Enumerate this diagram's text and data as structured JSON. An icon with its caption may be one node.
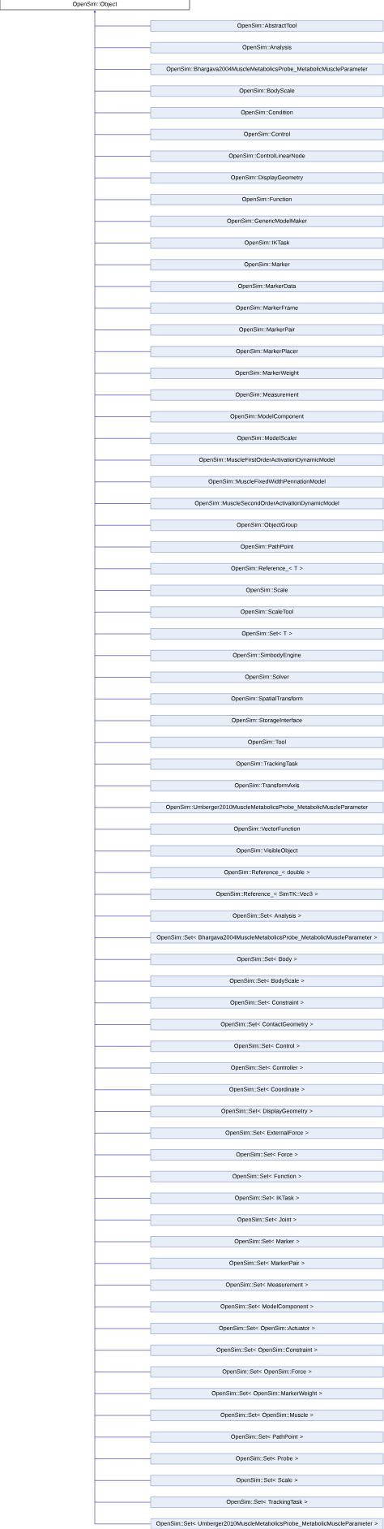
{
  "diagram": {
    "nodes": [
      {
        "text": [
          "OpenSim::Object"
        ]
      },
      {
        "text": [
          "OpenSim::AbstractTool"
        ]
      },
      {
        "text": [
          "OpenSim::Analysis"
        ]
      },
      {
        "text": [
          "OpenSim::Bhargava2004MuscleMetabolicsProbe_MetabolicMuscleParameter"
        ]
      },
      {
        "text": [
          "OpenSim::BodyScale"
        ]
      },
      {
        "text": [
          "OpenSim::Condition"
        ]
      },
      {
        "text": [
          "OpenSim::Control"
        ]
      },
      {
        "text": [
          "OpenSim::ControlLinearNode"
        ]
      },
      {
        "text": [
          "OpenSim::DisplayGeometry"
        ]
      },
      {
        "text": [
          "OpenSim::Function"
        ]
      },
      {
        "text": [
          "OpenSim::GenericModelMaker"
        ]
      },
      {
        "text": [
          "OpenSim::IKTask"
        ]
      },
      {
        "text": [
          "OpenSim::Marker"
        ]
      },
      {
        "text": [
          "OpenSim::MarkerData"
        ]
      },
      {
        "text": [
          "OpenSim::MarkerFrame"
        ]
      },
      {
        "text": [
          "OpenSim::MarkerPair"
        ]
      },
      {
        "text": [
          "OpenSim::MarkerPlacer"
        ]
      },
      {
        "text": [
          "OpenSim::MarkerWeight"
        ]
      },
      {
        "text": [
          "OpenSim::Measurement"
        ]
      },
      {
        "text": [
          "OpenSim::ModelComponent"
        ]
      },
      {
        "text": [
          "OpenSim::ModelScaler"
        ]
      },
      {
        "text": [
          "OpenSim::MuscleFirstOrderActivationDynamicModel"
        ]
      },
      {
        "text": [
          "OpenSim::MuscleFixedWidthPennationModel"
        ]
      },
      {
        "text": [
          "OpenSim::MuscleSecondOrderActivationDynamicModel"
        ]
      },
      {
        "text": [
          "OpenSim::ObjectGroup"
        ]
      },
      {
        "text": [
          "OpenSim::PathPoint"
        ]
      },
      {
        "text": [
          "OpenSim::Reference_< T >"
        ]
      },
      {
        "text": [
          "OpenSim::Scale"
        ]
      },
      {
        "text": [
          "OpenSim::ScaleTool"
        ]
      },
      {
        "text": [
          "OpenSim::Set< T >"
        ]
      },
      {
        "text": [
          "OpenSim::SimbodyEngine"
        ]
      },
      {
        "text": [
          "OpenSim::Solver"
        ]
      },
      {
        "text": [
          "OpenSim::SpatialTransform"
        ]
      },
      {
        "text": [
          "OpenSim::StorageInterface"
        ]
      },
      {
        "text": [
          "OpenSim::Tool"
        ]
      },
      {
        "text": [
          "OpenSim::TrackingTask"
        ]
      },
      {
        "text": [
          "OpenSim::TransformAxis"
        ]
      },
      {
        "text": [
          "OpenSim::Umberger2010MuscleMetabolicsProbe_MetabolicMuscleParameter"
        ]
      },
      {
        "text": [
          "OpenSim::VectorFunction"
        ]
      },
      {
        "text": [
          "OpenSim::VisibleObject"
        ]
      },
      {
        "text": [
          "OpenSim::Reference_< double >"
        ]
      },
      {
        "text": [
          "OpenSim::Reference_< SimTK::Vec3 >"
        ]
      },
      {
        "text": [
          "OpenSim::Set< Analysis >"
        ]
      },
      {
        "text": [
          "OpenSim::Set< Bhargava2004MuscleMetabolicsProbe_MetabolicMuscleParameter >"
        ]
      },
      {
        "text": [
          "OpenSim::Set< Body >"
        ]
      },
      {
        "text": [
          "OpenSim::Set< BodyScale >"
        ]
      },
      {
        "text": [
          "OpenSim::Set< Constraint >"
        ]
      },
      {
        "text": [
          "OpenSim::Set< ContactGeometry >"
        ]
      },
      {
        "text": [
          "OpenSim::Set< Control >"
        ]
      },
      {
        "text": [
          "OpenSim::Set< Controller >"
        ]
      },
      {
        "text": [
          "OpenSim::Set< Coordinate >"
        ]
      },
      {
        "text": [
          "OpenSim::Set< DisplayGeometry >"
        ]
      },
      {
        "text": [
          "OpenSim::Set< ExternalForce >"
        ]
      },
      {
        "text": [
          "OpenSim::Set< Force >"
        ]
      },
      {
        "text": [
          "OpenSim::Set< Function >"
        ]
      },
      {
        "text": [
          "OpenSim::Set< IKTask >"
        ]
      },
      {
        "text": [
          "OpenSim::Set< Joint >"
        ]
      },
      {
        "text": [
          "OpenSim::Set< Marker >"
        ]
      },
      {
        "text": [
          "OpenSim::Set< MarkerPair >"
        ]
      },
      {
        "text": [
          "OpenSim::Set< Measurement >"
        ]
      },
      {
        "text": [
          "OpenSim::Set< ModelComponent >"
        ]
      },
      {
        "text": [
          "OpenSim::Set< OpenSim::Actuator >"
        ]
      },
      {
        "text": [
          "OpenSim::Set< OpenSim::Constraint >"
        ]
      },
      {
        "text": [
          "OpenSim::Set< OpenSim::Force >"
        ]
      },
      {
        "text": [
          "OpenSim::Set< OpenSim::MarkerWeight >"
        ]
      },
      {
        "text": [
          "OpenSim::Set< OpenSim::Muscle >"
        ]
      },
      {
        "text": [
          "OpenSim::Set< PathPoint >"
        ]
      },
      {
        "text": [
          "OpenSim::Set< Probe >"
        ]
      },
      {
        "text": [
          "OpenSim::Set< Scale >"
        ]
      },
      {
        "text": [
          "OpenSim::Set< TrackingTask >"
        ]
      },
      {
        "text": [
          "OpenSim::Set< Umberger2010MuscleMetabolicsProbe_MetabolicMuscleParameter >"
        ]
      }
    ],
    "edges": [
      {
        "from": 1,
        "to": 0,
        "arrow": "to"
      },
      {
        "from": 2,
        "to": 0,
        "arrow": "to"
      },
      {
        "from": 3,
        "to": 0,
        "arrow": "to"
      },
      {
        "from": 4,
        "to": 0,
        "arrow": "to"
      },
      {
        "from": 5,
        "to": 0,
        "arrow": "to"
      },
      {
        "from": 6,
        "to": 0,
        "arrow": "to"
      },
      {
        "from": 7,
        "to": 0,
        "arrow": "to"
      },
      {
        "from": 8,
        "to": 0,
        "arrow": "to"
      },
      {
        "from": 9,
        "to": 0,
        "arrow": "to"
      },
      {
        "from": 10,
        "to": 0,
        "arrow": "to"
      },
      {
        "from": 11,
        "to": 0,
        "arrow": "to"
      },
      {
        "from": 12,
        "to": 0,
        "arrow": "to"
      },
      {
        "from": 13,
        "to": 0,
        "arrow": "to"
      },
      {
        "from": 14,
        "to": 0,
        "arrow": "to"
      },
      {
        "from": 15,
        "to": 0,
        "arrow": "to"
      },
      {
        "from": 16,
        "to": 0,
        "arrow": "to"
      },
      {
        "from": 17,
        "to": 0,
        "arrow": "to"
      },
      {
        "from": 18,
        "to": 0,
        "arrow": "to"
      },
      {
        "from": 19,
        "to": 0,
        "arrow": "to"
      },
      {
        "from": 20,
        "to": 0,
        "arrow": "to"
      },
      {
        "from": 21,
        "to": 0,
        "arrow": "to"
      },
      {
        "from": 22,
        "to": 0,
        "arrow": "to"
      },
      {
        "from": 23,
        "to": 0,
        "arrow": "to"
      },
      {
        "from": 24,
        "to": 0,
        "arrow": "to"
      },
      {
        "from": 25,
        "to": 0,
        "arrow": "to"
      },
      {
        "from": 26,
        "to": 0,
        "arrow": "to"
      },
      {
        "from": 27,
        "to": 0,
        "arrow": "to"
      },
      {
        "from": 28,
        "to": 0,
        "arrow": "to"
      },
      {
        "from": 29,
        "to": 0,
        "arrow": "to"
      },
      {
        "from": 30,
        "to": 0,
        "arrow": "to"
      },
      {
        "from": 31,
        "to": 0,
        "arrow": "to"
      },
      {
        "from": 32,
        "to": 0,
        "arrow": "to"
      },
      {
        "from": 33,
        "to": 0,
        "arrow": "to"
      },
      {
        "from": 34,
        "to": 0,
        "arrow": "to"
      },
      {
        "from": 35,
        "to": 0,
        "arrow": "to"
      },
      {
        "from": 36,
        "to": 0,
        "arrow": "to"
      },
      {
        "from": 37,
        "to": 0,
        "arrow": "to"
      },
      {
        "from": 38,
        "to": 0,
        "arrow": "to"
      },
      {
        "from": 39,
        "to": 0,
        "arrow": "to"
      },
      {
        "from": 40,
        "to": 0,
        "arrow": "to"
      },
      {
        "from": 41,
        "to": 0,
        "arrow": "to"
      },
      {
        "from": 42,
        "to": 0,
        "arrow": "to"
      },
      {
        "from": 43,
        "to": 0,
        "arrow": "to"
      },
      {
        "from": 44,
        "to": 0,
        "arrow": "to"
      },
      {
        "from": 45,
        "to": 0,
        "arrow": "to"
      },
      {
        "from": 46,
        "to": 0,
        "arrow": "to"
      },
      {
        "from": 47,
        "to": 0,
        "arrow": "to"
      },
      {
        "from": 48,
        "to": 0,
        "arrow": "to"
      },
      {
        "from": 49,
        "to": 0,
        "arrow": "to"
      },
      {
        "from": 50,
        "to": 0,
        "arrow": "to"
      },
      {
        "from": 51,
        "to": 0,
        "arrow": "to"
      },
      {
        "from": 52,
        "to": 0,
        "arrow": "to"
      },
      {
        "from": 53,
        "to": 0,
        "arrow": "to"
      },
      {
        "from": 54,
        "to": 0,
        "arrow": "to"
      },
      {
        "from": 55,
        "to": 0,
        "arrow": "to"
      },
      {
        "from": 56,
        "to": 0,
        "arrow": "to"
      },
      {
        "from": 57,
        "to": 0,
        "arrow": "to"
      },
      {
        "from": 58,
        "to": 0,
        "arrow": "to"
      },
      {
        "from": 59,
        "to": 0,
        "arrow": "to"
      },
      {
        "from": 60,
        "to": 0,
        "arrow": "to"
      },
      {
        "from": 61,
        "to": 0,
        "arrow": "to"
      },
      {
        "from": 62,
        "to": 0,
        "arrow": "to"
      },
      {
        "from": 63,
        "to": 0,
        "arrow": "to"
      },
      {
        "from": 64,
        "to": 0,
        "arrow": "to"
      },
      {
        "from": 65,
        "to": 0,
        "arrow": "to"
      },
      {
        "from": 66,
        "to": 0,
        "arrow": "to"
      },
      {
        "from": 67,
        "to": 0,
        "arrow": "to"
      },
      {
        "from": 68,
        "to": 0,
        "arrow": "to"
      },
      {
        "from": 69,
        "to": 0,
        "arrow": "to"
      },
      {
        "from": 70,
        "to": 0,
        "arrow": "to"
      }
    ]
  }
}
